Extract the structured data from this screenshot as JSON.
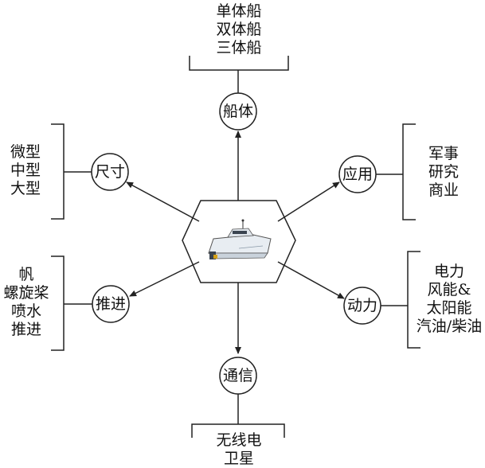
{
  "center": {
    "icon": "boat-icon"
  },
  "nodes": {
    "hull": {
      "label": "船体",
      "items": [
        "单体船",
        "双体船",
        "三体船"
      ]
    },
    "size": {
      "label": "尺寸",
      "items": [
        "微型",
        "中型",
        "大型"
      ]
    },
    "application": {
      "label": "应用",
      "items": [
        "军事",
        "研究",
        "商业"
      ]
    },
    "propulsion": {
      "label": "推进",
      "items": [
        "帆",
        "螺旋桨",
        "喷水",
        "推进"
      ]
    },
    "power": {
      "label": "动力",
      "items": [
        "电力",
        "风能&",
        "太阳能",
        "汽油/柴油"
      ]
    },
    "communication": {
      "label": "通信",
      "items": [
        "无线电",
        "卫星"
      ]
    }
  },
  "colors": {
    "stroke": "#222222",
    "text": "#111111",
    "boat_hull": "#e8edf2",
    "boat_dark": "#3a4450",
    "boat_accent": "#d4a017"
  }
}
